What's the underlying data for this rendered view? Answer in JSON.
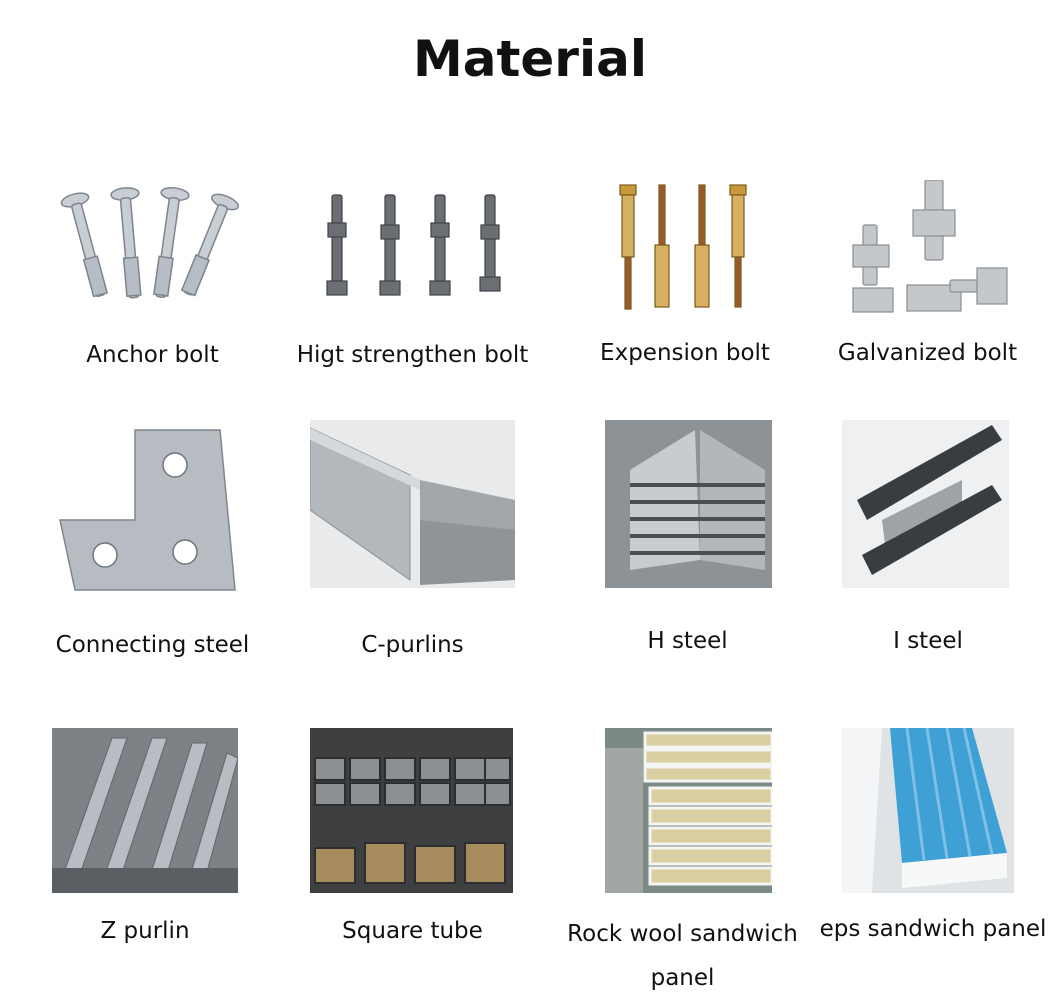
{
  "title": "Material",
  "items": [
    {
      "label": "Anchor bolt",
      "icon": "anchor-bolt"
    },
    {
      "label": "Higt strengthen bolt",
      "icon": "high-strength-bolt"
    },
    {
      "label": "Expension bolt",
      "icon": "expansion-bolt"
    },
    {
      "label": "Galvanized bolt",
      "icon": "galvanized-bolt"
    },
    {
      "label": "Connecting steel",
      "icon": "connecting-steel-plate"
    },
    {
      "label": "C-purlins",
      "icon": "c-purlin"
    },
    {
      "label": "H steel",
      "icon": "h-steel-beam"
    },
    {
      "label": "I steel",
      "icon": "i-steel-beam"
    },
    {
      "label": "Z purlin",
      "icon": "z-purlin"
    },
    {
      "label": "Square tube",
      "icon": "square-tube"
    },
    {
      "label": "Rock wool sandwich panel",
      "icon": "rock-wool-panel"
    },
    {
      "label": "eps sandwich panel",
      "icon": "eps-panel"
    }
  ]
}
